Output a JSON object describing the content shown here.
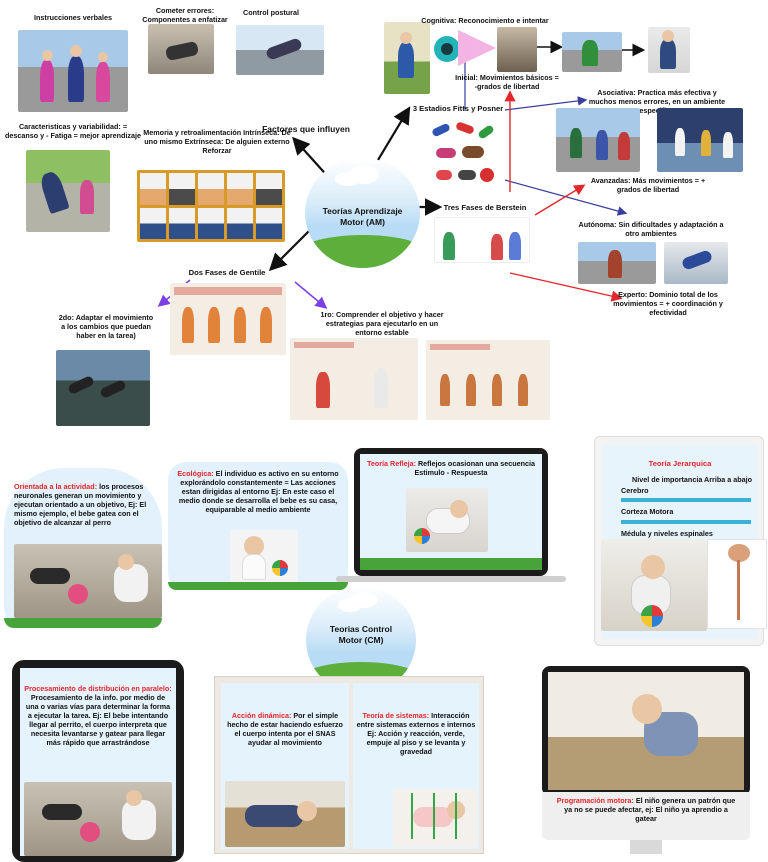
{
  "am": {
    "center": "Teorías Aprendizaje Motor (AM)",
    "factores": "Factores que influyen",
    "instrucciones": "Instrucciones verbales",
    "cometer_errores": "Cometer errores: Componentes a enfatizar",
    "control_postural": "Control postural",
    "caracteristicas": "Caracteristicas y variabilidad: = descanso y - Fatiga = mejor aprendizaje",
    "memoria": "Memoria y retroalimentación Intrínseca: De uno mismo Extrínseca: De alguien externo Reforzar",
    "fitts": "3 Estadios Fitts y Posner",
    "cognitiva": "Cognitiva: Reconocimiento e intentar",
    "inicial": "Inicial: Movimientos básicos = -grados de libertad",
    "asociativa": "Asociativa: Practica más efectiva y muchos menos errores, en un ambiente especifico",
    "avanzadas": "Avanzadas: Más movimientos = + grados de libertad",
    "berstein": "Tres Fases de Berstein",
    "autonoma": "Autónoma: Sin dificultades y adaptación a otro ambientes",
    "experto": "Experto: Dominio total de los movimientos = + coordinación y efectividad",
    "gentile": "Dos Fases de Gentile",
    "segunda": "2do: Adaptar el movimiento a los cambios que puedan haber en la tarea)",
    "primera": "1ro: Comprender el objetivo y hacer estrategias para ejecutarlo en un entorno estable"
  },
  "cm": {
    "center": "Teorias Control Motor (CM)",
    "orientada_title": "Orientada a la actividad:",
    "orientada_body": "los procesos neuronales generan un movimiento y ejecutan orientado a un objetivo, Ej: El mismo ejemplo, el bebe gatea con el objetivo de alcanzar al perro",
    "ecologica_title": "Ecológica:",
    "ecologica_body": "El individuo es activo en su entorno explorándolo constantemente = Las acciones estan dirigidas al entorno Ej: En este caso el medio donde se desarrolla el bebe es su casa, equiparable al medio ambiente",
    "refleja_title": "Teoría Refleja:",
    "refleja_body": "Reflejos ocasionan una secuencia Estimulo - Respuesta",
    "jerarquica_title": "Teoría Jerarquica",
    "jerarquica_sub": "Nivel de importancia Arriba a abajo",
    "jer_levels": [
      "Cerebro",
      "Corteza Motora",
      "Médula y niveles espinales"
    ],
    "distribucion_title": "Procesamiento de distribución en paralelo:",
    "distribucion_body": "Procesamiento de la info. por medio de una o varias vías para determinar la forma a ejecutar la tarea. Ej: El bebe intentando llegar al perrito, el cuerpo interpreta que necesita levantarse y gatear para llegar más rápido que arrastrándose",
    "dinamica_title": "Acción dinámica:",
    "dinamica_body": "Por el simple hecho de estar haciendo esfuerzo el cuerpo intenta por el SNAS ayudar al movimiento",
    "sistemas_title": "Teoría de sistemas:",
    "sistemas_body": "Interacción entre sistemas externos e internos Ej: Acción y reacción, verde, empuje al piso y se levanta y gravedad",
    "programacion_title": "Programación motora:",
    "programacion_body": "El niño genera un patrón que ya no se puede afectar, ej: El niño ya aprendio a gatear"
  },
  "colors": {
    "accent_red": "#e3262d",
    "arrow_dark": "#111111",
    "arrow_blue": "#3a3f9e",
    "arrow_purple": "#7b3fe4",
    "grass": "#5dae3b",
    "sky": "#b8dcf5"
  }
}
